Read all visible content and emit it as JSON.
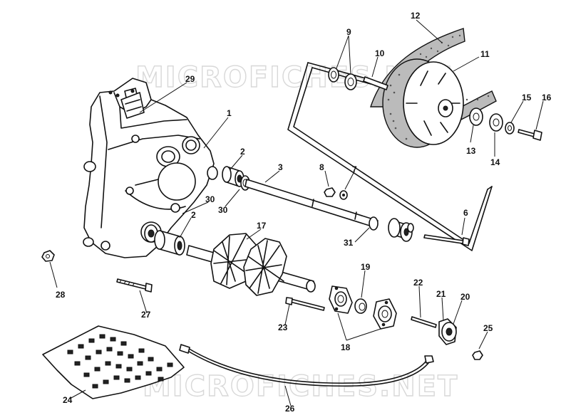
{
  "watermark": {
    "top": "MICROFICHES.NET",
    "bottom": "MICROFICHES.NET"
  },
  "parts": [
    {
      "id": "p1",
      "label": "1"
    },
    {
      "id": "p2a",
      "label": "2"
    },
    {
      "id": "p2b",
      "label": "2"
    },
    {
      "id": "p3",
      "label": "3"
    },
    {
      "id": "p6",
      "label": "6"
    },
    {
      "id": "p7",
      "label": "7"
    },
    {
      "id": "p8",
      "label": "8"
    },
    {
      "id": "p9",
      "label": "9"
    },
    {
      "id": "p10",
      "label": "10"
    },
    {
      "id": "p11",
      "label": "11"
    },
    {
      "id": "p12",
      "label": "12"
    },
    {
      "id": "p13",
      "label": "13"
    },
    {
      "id": "p14",
      "label": "14"
    },
    {
      "id": "p15",
      "label": "15"
    },
    {
      "id": "p16",
      "label": "16"
    },
    {
      "id": "p17",
      "label": "17"
    },
    {
      "id": "p18",
      "label": "18"
    },
    {
      "id": "p19",
      "label": "19"
    },
    {
      "id": "p20",
      "label": "20"
    },
    {
      "id": "p21",
      "label": "21"
    },
    {
      "id": "p22",
      "label": "22"
    },
    {
      "id": "p23",
      "label": "23"
    },
    {
      "id": "p24",
      "label": "24"
    },
    {
      "id": "p25",
      "label": "25"
    },
    {
      "id": "p26",
      "label": "26"
    },
    {
      "id": "p27",
      "label": "27"
    },
    {
      "id": "p28",
      "label": "28"
    },
    {
      "id": "p29",
      "label": "29"
    },
    {
      "id": "p30a",
      "label": "30"
    },
    {
      "id": "p30b",
      "label": "30"
    },
    {
      "id": "p31",
      "label": "31"
    }
  ]
}
